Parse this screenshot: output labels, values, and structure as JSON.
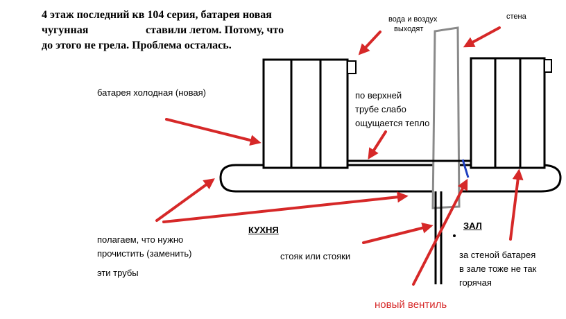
{
  "header": {
    "line1": "4 этаж последний кв 104 серия, батарея новая",
    "line2a": "чугунная",
    "line2b": "ставили летом. Потому, что",
    "line3": "до этого не грела. Проблема осталась."
  },
  "labels": {
    "water_air": [
      "вода и воздух",
      "выходят"
    ],
    "wall": "стена",
    "cold_battery": "батарея холодная (новая)",
    "upper_pipe": [
      "по верхней",
      "трубе слабо",
      "ощущается тепло"
    ],
    "clean_pipes": [
      "полагаем, что нужно",
      "прочистить (заменить)"
    ],
    "these_pipes": "эти трубы",
    "kitchen": "КУХНЯ",
    "hall": "ЗАЛ",
    "riser": "стояк или стояки",
    "behind_wall": [
      "за стеной батарея",
      "в зале тоже не так",
      "горячая"
    ],
    "new_valve": "новый вентиль"
  },
  "colors": {
    "arrow": "#d62828",
    "wall": "#8a8a8a",
    "valve": "#2040c0",
    "ink": "#000000"
  }
}
